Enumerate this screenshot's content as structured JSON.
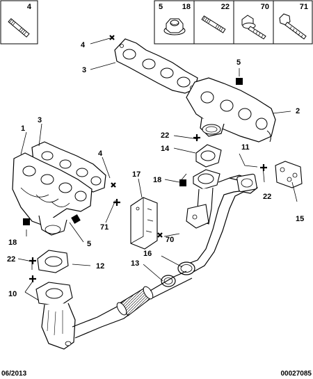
{
  "header_parts": [
    {
      "ref": "4"
    },
    {
      "ref": "5"
    },
    {
      "ref": "18"
    },
    {
      "ref": "22"
    },
    {
      "ref": "70"
    },
    {
      "ref": "71"
    }
  ],
  "callouts": {
    "c1": "1",
    "c2": "2",
    "c3a": "3",
    "c3b": "3",
    "c4a": "4",
    "c4b": "4",
    "c5a": "5",
    "c5b": "5",
    "c10": "10",
    "c11": "11",
    "c12": "12",
    "c13": "13",
    "c14": "14",
    "c15": "15",
    "c16": "16",
    "c17": "17",
    "c18a": "18",
    "c18b": "18",
    "c22a": "22",
    "c22b": "22",
    "c22c": "22",
    "c70": "70",
    "c71": "71"
  },
  "footer": {
    "date": "06/2013",
    "ref": "00027085"
  }
}
